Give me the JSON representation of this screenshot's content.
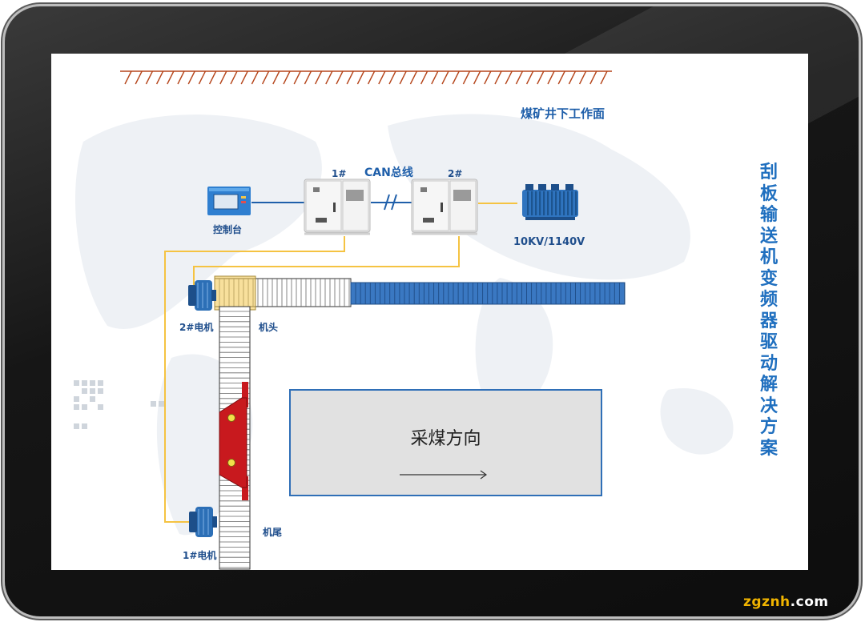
{
  "diagram": {
    "area_title": "煤矿井下工作面",
    "side_title": "刮板输送机变频器驱动解决方案",
    "console_label": "控制台",
    "inverter1_label": "1#",
    "inverter2_label": "2#",
    "bus_label": "CAN总线",
    "transformer_label": "10KV/1140V",
    "motor2_label": "2#电机",
    "motor1_label": "1#电机",
    "head_label": "机头",
    "tail_label": "机尾",
    "direction_label": "采煤方向"
  },
  "watermark": {
    "site": "zgznh",
    "suffix": ".com"
  },
  "colors": {
    "bezel": "#161616",
    "cable_yellow": "#f5c342",
    "bus_blue": "#1f5faa",
    "title_blue": "#1f6fbf",
    "shearer_red": "#c8191e",
    "conveyor_blue": "#3a78c2",
    "box_grey": "#e1e1e1"
  }
}
